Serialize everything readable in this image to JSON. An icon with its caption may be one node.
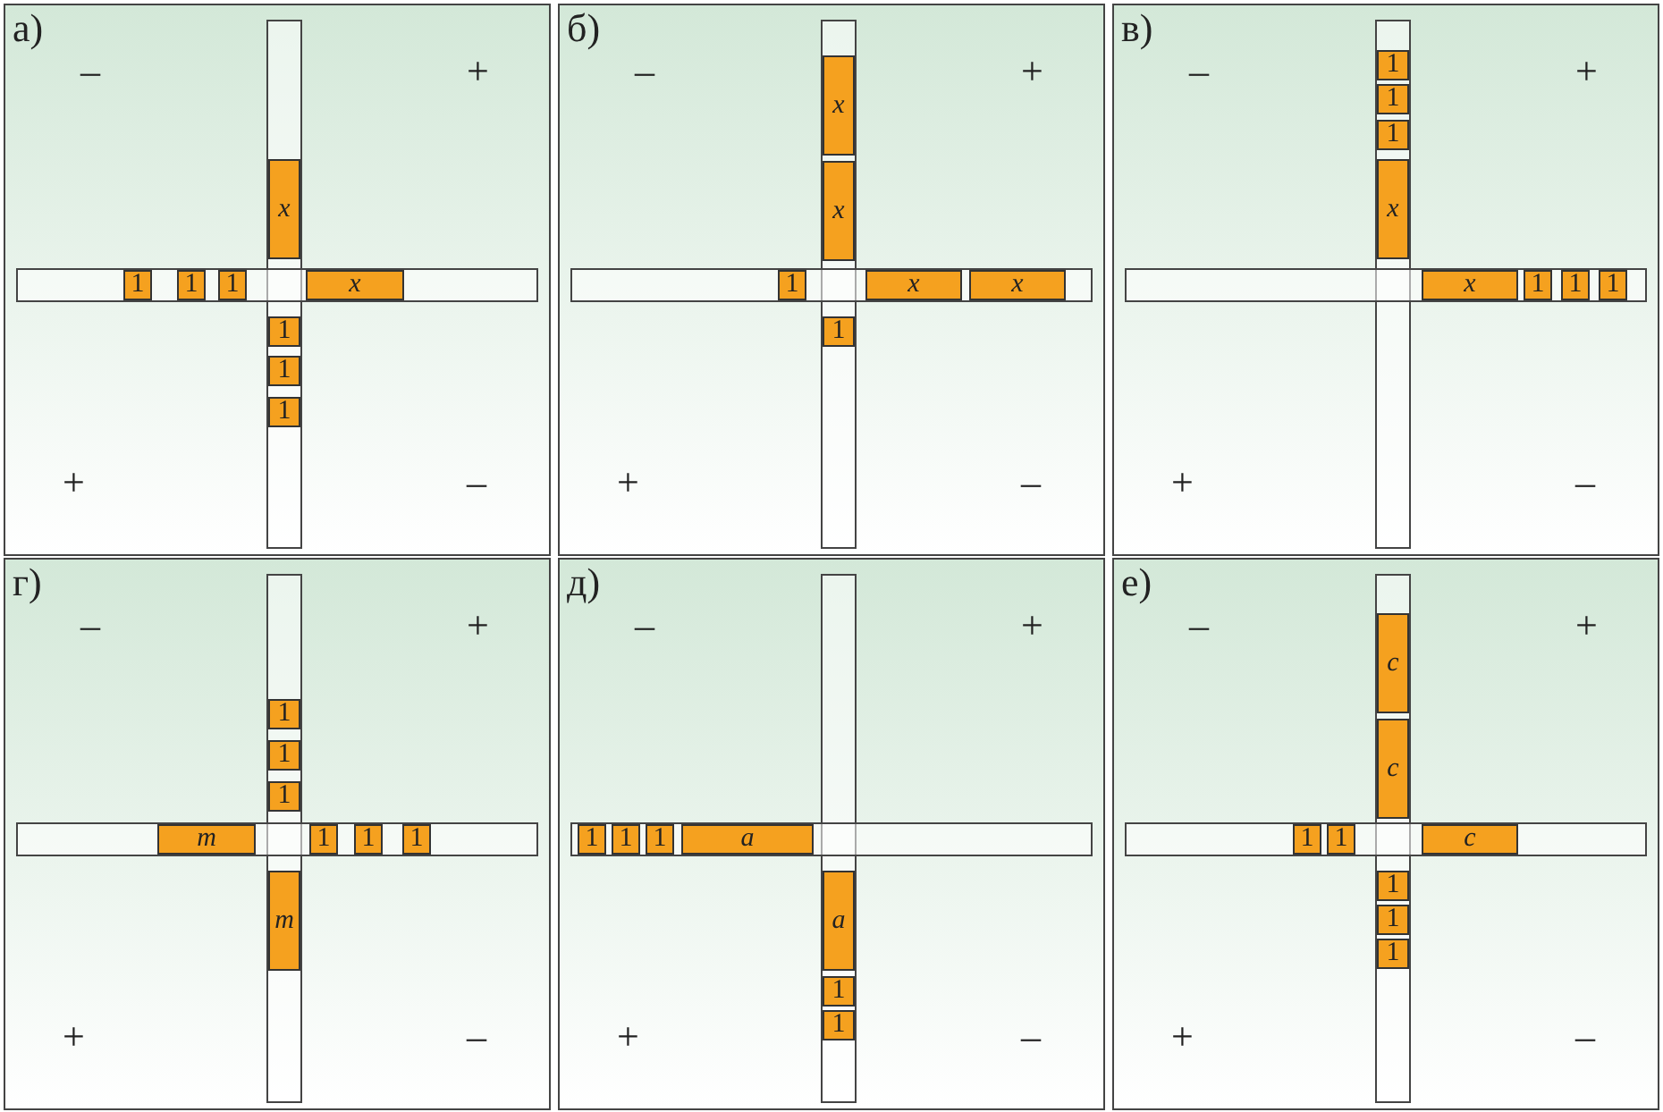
{
  "diagram": {
    "nodes": [
      {
        "text": [
          "а)",
          "–",
          "+",
          "+",
          "–"
        ]
      },
      {
        "text": [
          "x"
        ],
        "in": 0
      },
      {
        "text": [
          "1"
        ],
        "in": 0
      },
      {
        "text": [
          "1"
        ],
        "in": 0
      },
      {
        "text": [
          "1"
        ],
        "in": 0
      },
      {
        "text": [
          "x"
        ],
        "in": 0
      },
      {
        "text": [
          "1"
        ],
        "in": 0
      },
      {
        "text": [
          "1"
        ],
        "in": 0
      },
      {
        "text": [
          "1"
        ],
        "in": 0
      },
      {
        "text": [
          "б)",
          "–",
          "+",
          "+",
          "–"
        ]
      },
      {
        "text": [
          "x"
        ],
        "in": 9
      },
      {
        "text": [
          "x"
        ],
        "in": 9
      },
      {
        "text": [
          "1"
        ],
        "in": 9
      },
      {
        "text": [
          "x"
        ],
        "in": 9
      },
      {
        "text": [
          "x"
        ],
        "in": 9
      },
      {
        "text": [
          "1"
        ],
        "in": 9
      },
      {
        "text": [
          "в)",
          "–",
          "+",
          "+",
          "–"
        ]
      },
      {
        "text": [
          "1"
        ],
        "in": 16
      },
      {
        "text": [
          "1"
        ],
        "in": 16
      },
      {
        "text": [
          "1"
        ],
        "in": 16
      },
      {
        "text": [
          "x"
        ],
        "in": 16
      },
      {
        "text": [
          "x"
        ],
        "in": 16
      },
      {
        "text": [
          "1"
        ],
        "in": 16
      },
      {
        "text": [
          "1"
        ],
        "in": 16
      },
      {
        "text": [
          "1"
        ],
        "in": 16
      },
      {
        "text": [
          "г)",
          "–",
          "+",
          "+",
          "–"
        ]
      },
      {
        "text": [
          "1"
        ],
        "in": 25
      },
      {
        "text": [
          "1"
        ],
        "in": 25
      },
      {
        "text": [
          "1"
        ],
        "in": 25
      },
      {
        "text": [
          "m"
        ],
        "in": 25
      },
      {
        "text": [
          "1"
        ],
        "in": 25
      },
      {
        "text": [
          "1"
        ],
        "in": 25
      },
      {
        "text": [
          "1"
        ],
        "in": 25
      },
      {
        "text": [
          "m"
        ],
        "in": 25
      },
      {
        "text": [
          "д)",
          "–",
          "+",
          "+",
          "–"
        ]
      },
      {
        "text": [
          "1"
        ],
        "in": 34
      },
      {
        "text": [
          "1"
        ],
        "in": 34
      },
      {
        "text": [
          "1"
        ],
        "in": 34
      },
      {
        "text": [
          "a"
        ],
        "in": 34
      },
      {
        "text": [
          "a"
        ],
        "in": 34
      },
      {
        "text": [
          "1"
        ],
        "in": 34
      },
      {
        "text": [
          "1"
        ],
        "in": 34
      },
      {
        "text": [
          "е)",
          "–",
          "+",
          "+",
          "–"
        ]
      },
      {
        "text": [
          "c"
        ],
        "in": 42
      },
      {
        "text": [
          "c"
        ],
        "in": 42
      },
      {
        "text": [
          "1"
        ],
        "in": 42
      },
      {
        "text": [
          "1"
        ],
        "in": 42
      },
      {
        "text": [
          "c"
        ],
        "in": 42
      },
      {
        "text": [
          "1"
        ],
        "in": 42
      },
      {
        "text": [
          "1"
        ],
        "in": 42
      },
      {
        "text": [
          "1"
        ],
        "in": 42
      }
    ]
  }
}
